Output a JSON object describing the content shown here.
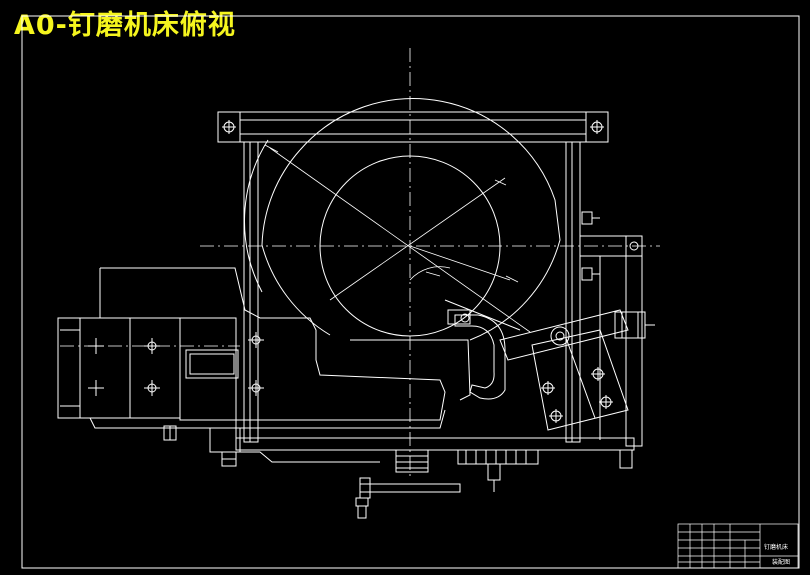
{
  "title": "A0-钉磨机床俯视",
  "title_block": {
    "drawing_name": "钉磨机床",
    "sub_label": "装配图"
  },
  "colors": {
    "background": "#000000",
    "lines": "#ffffff",
    "title": "#f5f51e"
  }
}
